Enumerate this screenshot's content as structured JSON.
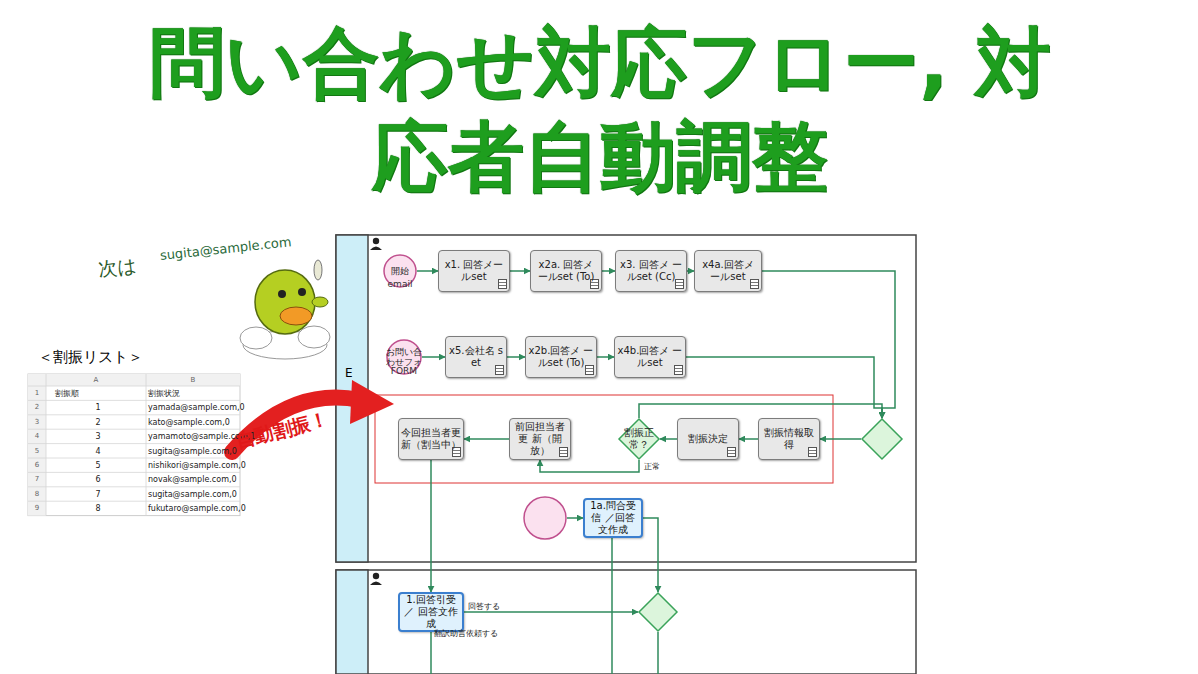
{
  "diagram": {
    "title": "問い合わせ対応フロー, 対応者自動調整",
    "nodes": [
      {
        "text": [
          "開始",
          "email"
        ]
      },
      {
        "text": [
          "x1. 回答メー ルset"
        ]
      },
      {
        "text": [
          "x2a. 回答メ ールset (To)"
        ]
      },
      {
        "text": [
          "x3. 回答メ ールset (Cc)"
        ]
      },
      {
        "text": [
          "x4a.回答メ ールset"
        ]
      },
      {
        "text": [
          "お問い合 わせフォ",
          "FORM"
        ]
      },
      {
        "text": [
          "x5.会社名 set"
        ]
      },
      {
        "text": [
          "x2b.回答メ ールset (To)"
        ]
      },
      {
        "text": [
          "x4b.回答メ ールset"
        ]
      },
      {
        "text": []
      },
      {
        "text": [
          "割振情報取得"
        ]
      },
      {
        "text": [
          "割振決定"
        ]
      },
      {
        "text": [
          "割振正 常？"
        ]
      },
      {
        "text": [
          "前回担当者更 新（開放）"
        ]
      },
      {
        "text": [
          "今回担当者更 新（割当中）"
        ]
      },
      {
        "text": []
      },
      {
        "text": [
          "1a.問合受信 ／回答文作成"
        ]
      },
      {
        "text": []
      },
      {
        "text": [
          "1.回答引受／ 回答文作成"
        ]
      }
    ],
    "edges": [
      {
        "from": 0,
        "to": 1,
        "arrow": "to"
      },
      {
        "from": 1,
        "to": 2,
        "arrow": "to"
      },
      {
        "from": 2,
        "to": 3,
        "arrow": "to"
      },
      {
        "from": 3,
        "to": 4,
        "arrow": "to"
      },
      {
        "from": 4,
        "to": 9,
        "arrow": "to"
      },
      {
        "from": 5,
        "to": 6,
        "arrow": "to"
      },
      {
        "from": 6,
        "to": 7,
        "arrow": "to"
      },
      {
        "from": 7,
        "to": 8,
        "arrow": "to"
      },
      {
        "from": 8,
        "to": 9,
        "arrow": "to"
      },
      {
        "from": 9,
        "to": 10,
        "arrow": "to"
      },
      {
        "from": 10,
        "to": 11,
        "arrow": "to"
      },
      {
        "from": 11,
        "to": 12,
        "arrow": "to"
      },
      {
        "from": 12,
        "to": 13,
        "label": "正常",
        "arrow": "to"
      },
      {
        "from": 12,
        "to": 9,
        "arrow": "to"
      },
      {
        "from": 13,
        "to": 14,
        "arrow": "to"
      },
      {
        "from": 14,
        "to": 18,
        "arrow": "to"
      },
      {
        "from": 15,
        "to": 16,
        "arrow": "to"
      },
      {
        "from": 16,
        "to": 17,
        "arrow": "to"
      },
      {
        "from": 18,
        "to": 17,
        "label": "回答する",
        "arrow": "to"
      }
    ],
    "labels": [
      "次は",
      "sugita@sample.com",
      "＜割振リスト＞",
      "A",
      "B",
      "1",
      "割振順",
      "割振状況",
      "2",
      "1",
      "yamada@sample.com,0",
      "3",
      "2",
      "kato@sample.com,0",
      "4",
      "3",
      "yamamoto@sample.com,1",
      "5",
      "4",
      "sugita@sample.com,0",
      "6",
      "5",
      "nishikori@sample.com,0",
      "7",
      "6",
      "novak@sample.com,0",
      "8",
      "7",
      "sugita@sample.com,0",
      "9",
      "8",
      "fukutaro@sample.com,0",
      "自動割振！",
      "E",
      "翻訳助言依頼する"
    ]
  }
}
